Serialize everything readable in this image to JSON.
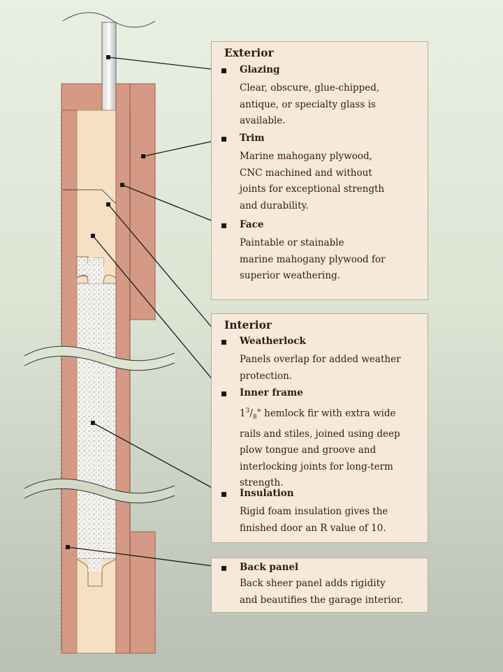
{
  "exterior": {
    "heading": "Exterior",
    "glazing": {
      "title": "Glazing",
      "body": [
        "Clear, obscure, glue-chipped,",
        "antique, or specialty glass is",
        "available."
      ]
    },
    "trim": {
      "title": "Trim",
      "body": [
        "Marine mahogany plywood,",
        "CNC machined and without",
        "joints for exceptional strength",
        "and durability."
      ]
    },
    "face": {
      "title": "Face",
      "body": [
        "Paintable or stainable",
        "marine mahogany plywood for",
        "superior weathering."
      ]
    }
  },
  "interior": {
    "heading": "Interior",
    "weatherlock": {
      "title": "Weatherlock",
      "body": [
        "Panels overlap for added weather",
        "protection."
      ]
    },
    "inner_frame": {
      "title": "Inner frame",
      "fraction_whole": "1",
      "fraction_num": "3",
      "fraction_den": "8",
      "first_line_rest": "\" hemlock fir with extra wide",
      "body": [
        "rails and stiles, joined using deep",
        "plow tongue and groove and",
        "interlocking joints for long-term",
        "strength."
      ]
    },
    "insulation": {
      "title": "Insulation",
      "body": [
        "Rigid foam insulation gives the",
        "finished door an R value of 10."
      ]
    }
  },
  "back_panel": {
    "title": "Back panel",
    "body": [
      "Back sheer panel adds rigidity",
      "and beautifies the garage interior."
    ]
  },
  "colors": {
    "mahogany": "#d49a86",
    "frame": "#f5e0c3",
    "foam": "#f4f2ee",
    "box": "#f7e9d9",
    "leader": "#1a1a1a",
    "background_top": "#e9efe2",
    "background_bottom": "#b9bfb3"
  }
}
